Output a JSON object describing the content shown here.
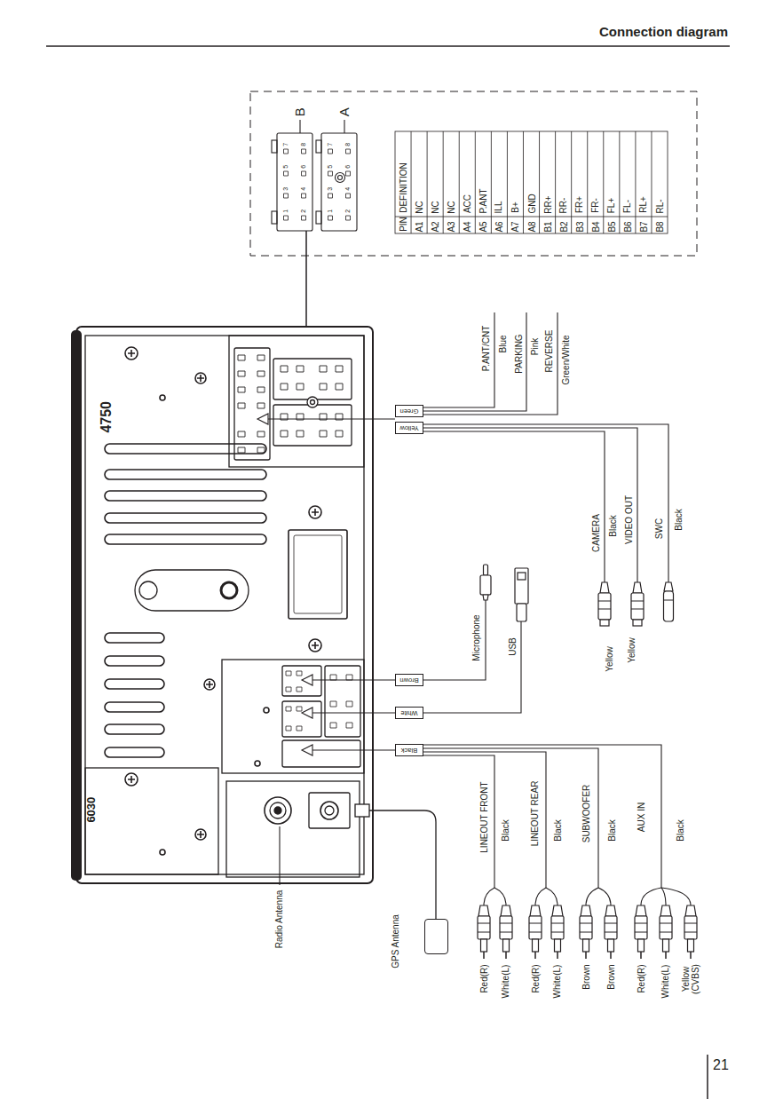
{
  "diagram": {
    "title": "Connection diagram",
    "nodes": [
      {
        "text": [
          "Green"
        ]
      },
      {
        "text": [
          "Yellow"
        ]
      },
      {
        "text": [
          "Brown"
        ]
      },
      {
        "text": [
          "White"
        ]
      },
      {
        "text": [
          "Black"
        ]
      },
      {
        "text": [
          "GPS Antenna"
        ]
      }
    ],
    "labels": [
      "B",
      "A",
      "1",
      "3",
      "5",
      "7",
      "2",
      "4",
      "6",
      "8",
      "1",
      "3",
      "5",
      "7",
      "2",
      "4",
      "6",
      "8",
      "PIN",
      "DEFINITION",
      "A1",
      "NC",
      "A2",
      "NC",
      "A3",
      "NC",
      "A4",
      "ACC",
      "A5",
      "P.ANT",
      "A6",
      "ILL",
      "A7",
      "B+",
      "A8",
      "GND",
      "B1",
      "RR+",
      "B2",
      "RR-",
      "B3",
      "FR+",
      "B4",
      "FR-",
      "B5",
      "FL+",
      "B6",
      "FL-",
      "B7",
      "RL+",
      "B8",
      "RL-",
      "4750",
      "6030",
      "P.ANT/CNT",
      "Blue",
      "PARKING",
      "Pink",
      "REVERSE",
      "Green/White",
      "CAMERA",
      "Black",
      "VIDEO OUT",
      "SWC",
      "Black",
      "Yellow",
      "Yellow",
      "Microphone",
      "USB",
      "Radio Antenna",
      "LINEOUT FRONT",
      "Black",
      "LINEOUT REAR",
      "Black",
      "SUBWOOFER",
      "Black",
      "AUX IN",
      "Black",
      "Red(R)",
      "White(L)",
      "Red(R)",
      "White(L)",
      "Brown",
      "Brown",
      "Red(R)",
      "White(L)",
      "Yellow (CVBS)",
      "21"
    ]
  }
}
